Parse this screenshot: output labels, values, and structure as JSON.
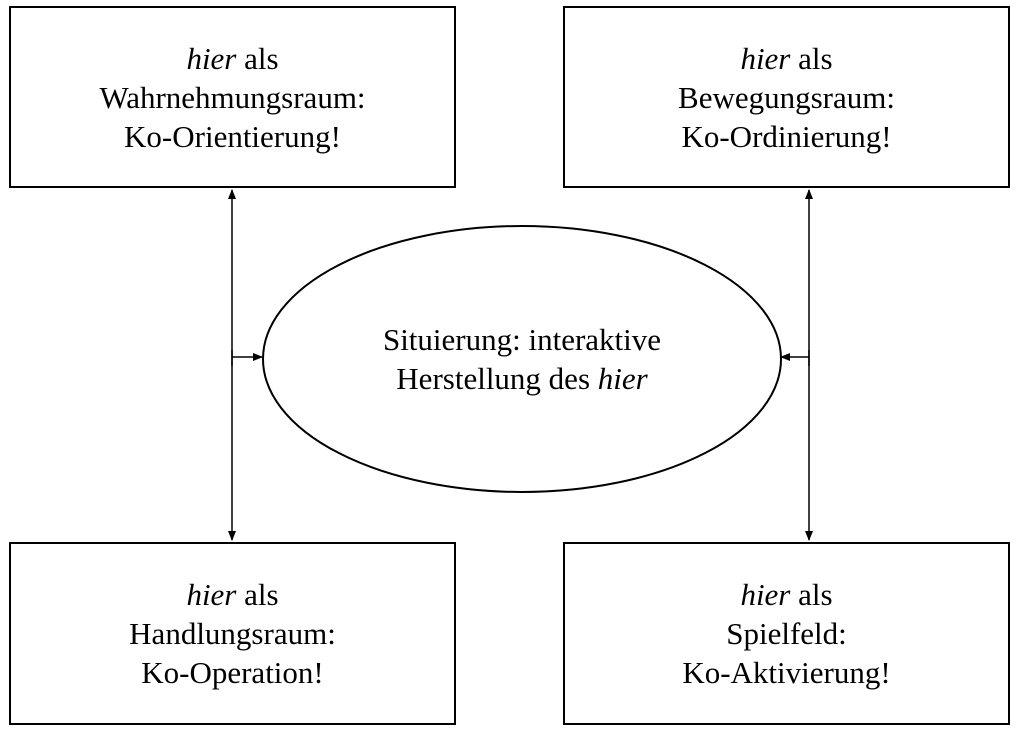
{
  "boxes": {
    "top_left": {
      "line1_italic": "hier",
      "line1_rest": " als",
      "line2": "Wahrnehmungsraum:",
      "line3": "Ko-Orientierung!"
    },
    "top_right": {
      "line1_italic": "hier",
      "line1_rest": " als",
      "line2": "Bewegungsraum:",
      "line3": "Ko-Ordinierung!"
    },
    "bottom_left": {
      "line1_italic": "hier",
      "line1_rest": " als",
      "line2": "Handlungsraum:",
      "line3": "Ko-Operation!"
    },
    "bottom_right": {
      "line1_italic": "hier",
      "line1_rest": " als",
      "line2": "Spielfeld:",
      "line3": "Ko-Aktivierung!"
    }
  },
  "center": {
    "line1": "Situierung: interaktive",
    "line2_plain": "Herstellung des ",
    "line2_italic": "hier"
  }
}
